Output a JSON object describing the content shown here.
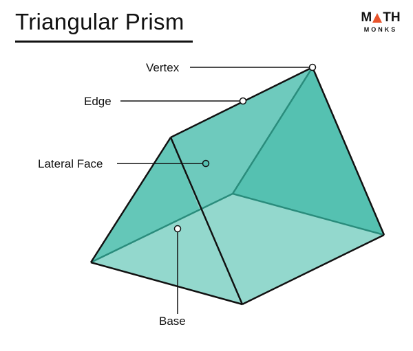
{
  "title": "Triangular Prism",
  "brand": {
    "name_part1": "M",
    "name_part2": "TH",
    "subtitle": "MONKS"
  },
  "labels": {
    "vertex": "Vertex",
    "edge": "Edge",
    "lateral_face": "Lateral Face",
    "base": "Base"
  },
  "colors": {
    "lateral_face": "#55c1b1",
    "base_face": "#93d8cd",
    "edge_line": "#111111",
    "hidden_edge": "#2a8c7c",
    "brand_accent": "#e8542c"
  }
}
